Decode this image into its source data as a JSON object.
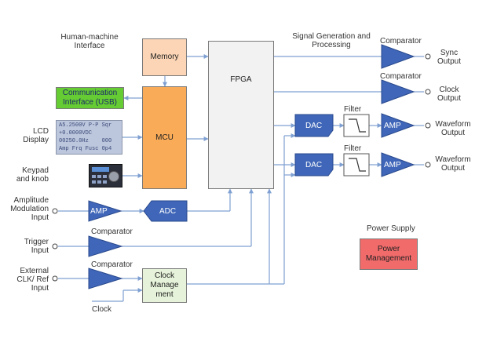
{
  "diagram": {
    "headings": {
      "hmi": [
        "Human-machine",
        "Interface"
      ],
      "siggen": [
        "Signal Generation  and",
        "Processing"
      ],
      "power_supply": "Power Supply"
    },
    "blocks": {
      "memory": "Memory",
      "fpga": "FPGA",
      "mcu": "MCU",
      "comm": [
        "Communication",
        "Interface (USB)"
      ],
      "adc": "ADC",
      "clock_mgmt": [
        "Clock",
        "Manage",
        "ment"
      ],
      "power_mgmt": [
        "Power",
        "Management"
      ],
      "dac1": "DAC",
      "dac2": "DAC",
      "amp_mod": "AMP",
      "amp_out1": "AMP",
      "amp_out2": "AMP"
    },
    "left_labels": {
      "lcd": [
        "LCD",
        "Display"
      ],
      "keypad": [
        "Keypad",
        "and knob"
      ],
      "amplitude": [
        "Amplitude",
        "Modulation",
        "Input"
      ],
      "trigger": [
        "Trigger",
        "Input"
      ],
      "external_clk": [
        "External",
        "CLK/ Ref",
        "Input"
      ],
      "clock": "Clock"
    },
    "comparators": {
      "sync": "Comparator",
      "clock": "Comparator",
      "trigger": "Comparator",
      "external": "Comparator"
    },
    "filters": {
      "f1": "Filter",
      "f2": "Filter"
    },
    "outputs": {
      "sync": [
        "Sync",
        "Output"
      ],
      "clock": [
        "Clock",
        "Output"
      ],
      "wave1": [
        "Waveform",
        "Output"
      ],
      "wave2": [
        "Waveform",
        "Output"
      ]
    },
    "lcd_screen_text": "A5.2500V P-P Sqr\n+0.0000VDC\n00250.0Hz    000\nAmp Frq Fusc 0p4",
    "colors": {
      "memory_fill": "#fbd5b5",
      "mcu_fill": "#f9ab58",
      "fpga_fill": "#f2f2f2",
      "comm_fill": "#66cc33",
      "clock_fill": "#e6f2d9",
      "power_fill": "#f26b6b",
      "blue_fill": "#3f66b8",
      "line": "#7fa0d2"
    }
  }
}
